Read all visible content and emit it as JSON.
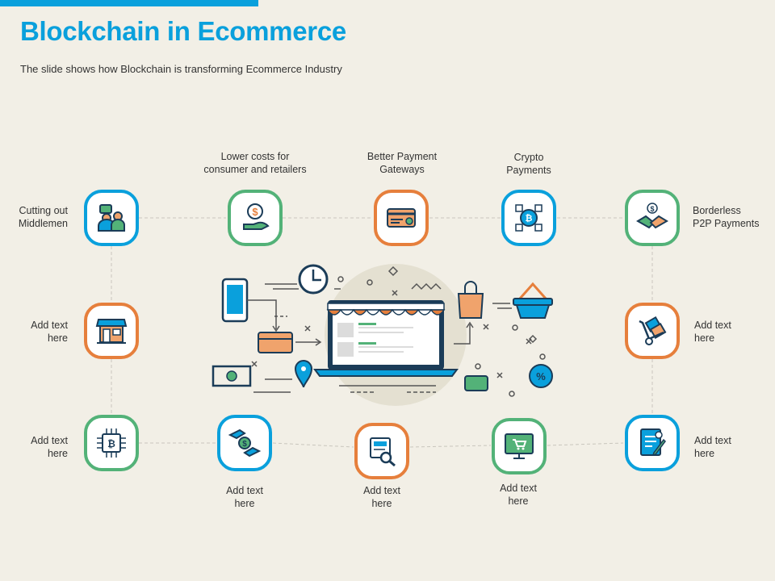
{
  "slide": {
    "title": "Blockchain in Ecommerce",
    "subtitle": "The slide shows how Blockchain is transforming Ecommerce Industry"
  },
  "colors": {
    "accent": "#0aa0dc",
    "green": "#53b278",
    "orange": "#e67f3c",
    "background": "#f2efe6"
  },
  "nodes": [
    {
      "id": "cutting",
      "icon": "people-meeting-icon",
      "color": "blue",
      "label_lines": [
        "Cutting out",
        "Middlemen"
      ]
    },
    {
      "id": "lower",
      "icon": "dollar-hand-icon",
      "color": "green",
      "label_lines": [
        "Lower costs for",
        "consumer and retailers"
      ]
    },
    {
      "id": "gateway",
      "icon": "payment-card-icon",
      "color": "orange",
      "label_lines": [
        "Better Payment",
        "Gateways"
      ]
    },
    {
      "id": "crypto",
      "icon": "bitcoin-network-icon",
      "color": "blue",
      "label_lines": [
        "Crypto",
        "Payments"
      ]
    },
    {
      "id": "p2p",
      "icon": "handshake-icon",
      "color": "green",
      "label_lines": [
        "Borderless",
        "P2P Payments"
      ]
    },
    {
      "id": "l2",
      "icon": "storefront-icon",
      "color": "orange",
      "label_lines": [
        "Add text",
        "here"
      ]
    },
    {
      "id": "l3",
      "icon": "bitcoin-chip-icon",
      "color": "green",
      "label_lines": [
        "Add text",
        "here"
      ]
    },
    {
      "id": "b1",
      "icon": "money-exchange-icon",
      "color": "blue",
      "label_lines": [
        "Add text",
        "here"
      ]
    },
    {
      "id": "b2",
      "icon": "product-search-icon",
      "color": "orange",
      "label_lines": [
        "Add text",
        "here"
      ]
    },
    {
      "id": "b3",
      "icon": "online-cart-icon",
      "color": "green",
      "label_lines": [
        "Add text",
        "here"
      ]
    },
    {
      "id": "r2",
      "icon": "delivery-trolley-icon",
      "color": "orange",
      "label_lines": [
        "Add text",
        "here"
      ]
    },
    {
      "id": "r3",
      "icon": "invoice-icon",
      "color": "blue",
      "label_lines": [
        "Add text",
        "here"
      ]
    }
  ]
}
